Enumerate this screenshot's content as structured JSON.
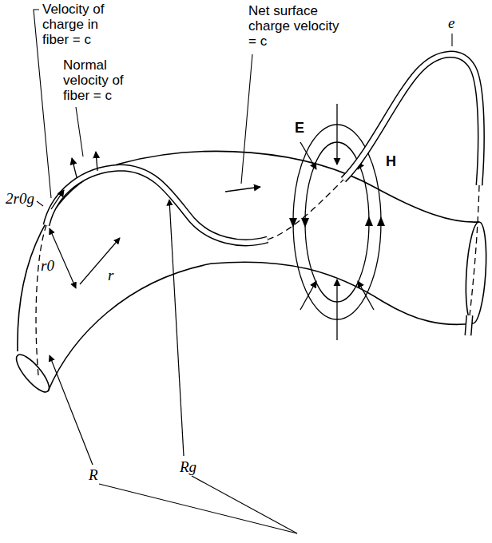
{
  "diagram": {
    "labels": [
      "Velocity of charge in fiber = c",
      "Normal velocity of fiber = c",
      "Net surface charge velocity = c",
      "E",
      "H",
      "e",
      "2r0g",
      "r0",
      "r",
      "R",
      "Rg"
    ]
  }
}
